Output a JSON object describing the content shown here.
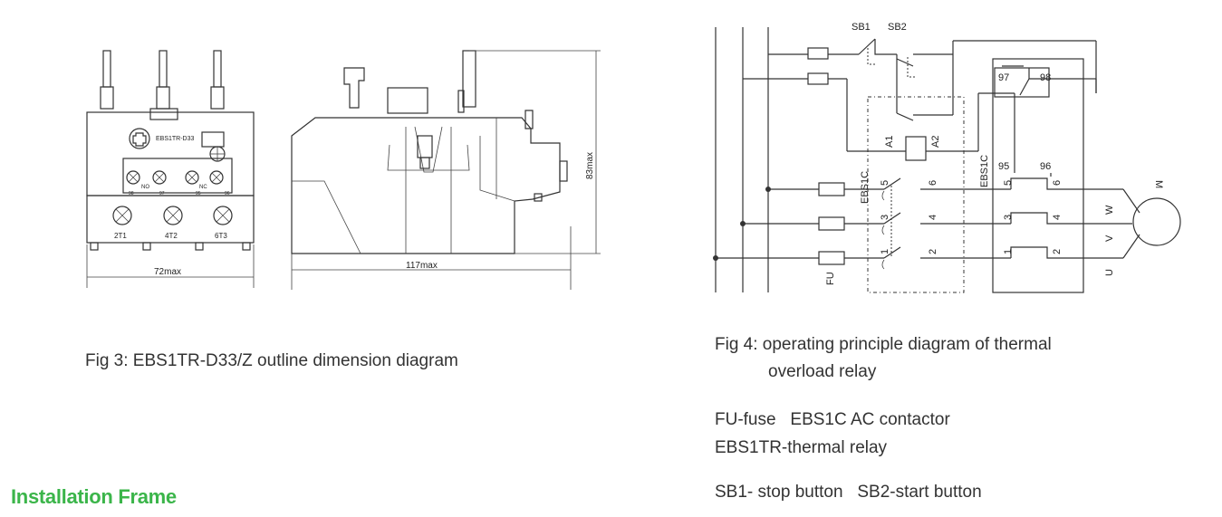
{
  "fig3": {
    "caption": "Fig 3: EBS1TR-D33/Z outline dimension diagram",
    "front_labels": {
      "model": "EBS1TR-D33",
      "no": "NO",
      "nc": "NC",
      "t1": "2T1",
      "t2": "4T2",
      "t3": "6T3",
      "c98": "98",
      "c97": "97",
      "c95": "95",
      "c96": "96"
    },
    "width_dim": "72max",
    "side_width_dim": "117max",
    "height_dim": "83max"
  },
  "fig4": {
    "caption_line1": "Fig 4: operating principle diagram of thermal",
    "caption_line2": "overload relay",
    "legend_line1": "FU-fuse   EBS1C AC contactor",
    "legend_line2": "EBS1TR-thermal relay",
    "legend_line3": "SB1- stop button   SB2-start button",
    "labels": {
      "sb1": "SB1",
      "sb2": "SB2",
      "a1": "A1",
      "a2": "A2",
      "ebs1c_left": "EBS1C",
      "ebs1c_right": "EBS1C",
      "c97": "97",
      "c98": "98",
      "c95": "95",
      "c96": "96",
      "n5": "5",
      "n6": "6",
      "n3": "3",
      "n4": "4",
      "n1": "1",
      "n2": "2",
      "r5": "5",
      "r6": "6",
      "r3": "3",
      "r4": "4",
      "r1": "1",
      "r2": "2",
      "fu": "FU",
      "m": "M",
      "w": "W",
      "v": "V",
      "u": "U"
    }
  },
  "section": {
    "title": "Installation Frame"
  }
}
